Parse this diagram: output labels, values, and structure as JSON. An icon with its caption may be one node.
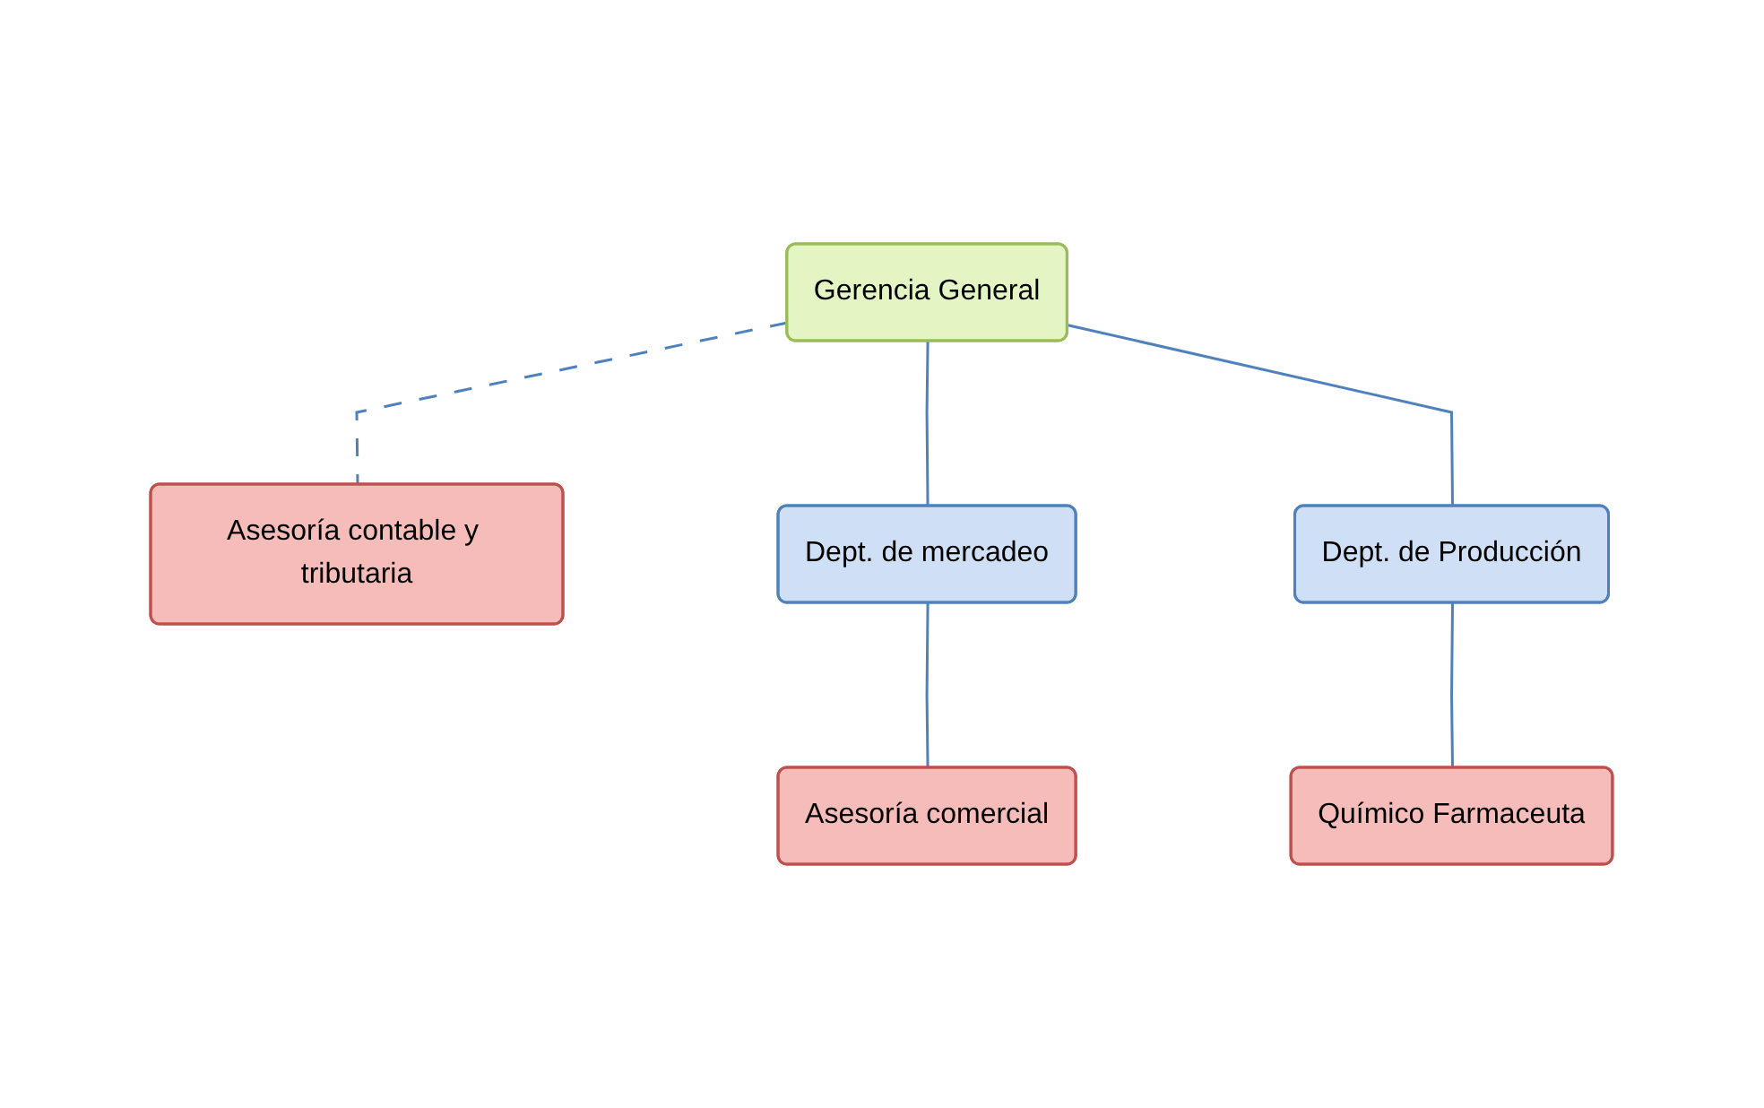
{
  "diagram": {
    "nodes": [
      {
        "text": [
          "Gerencia General"
        ]
      },
      {
        "text": [
          "Asesoría contable y tributaria"
        ]
      },
      {
        "text": [
          "Dept. de mercadeo"
        ]
      },
      {
        "text": [
          "Dept. de Producción"
        ]
      },
      {
        "text": [
          "Asesoría comercial"
        ]
      },
      {
        "text": [
          "Químico Farmaceuta"
        ]
      }
    ],
    "edges": [
      {
        "from": 0,
        "to": 1,
        "arrow": "none",
        "style": "dashed"
      },
      {
        "from": 0,
        "to": 2,
        "arrow": "none"
      },
      {
        "from": 0,
        "to": 3,
        "arrow": "none"
      },
      {
        "from": 2,
        "to": 4,
        "arrow": "none"
      },
      {
        "from": 3,
        "to": 5,
        "arrow": "none"
      }
    ]
  }
}
